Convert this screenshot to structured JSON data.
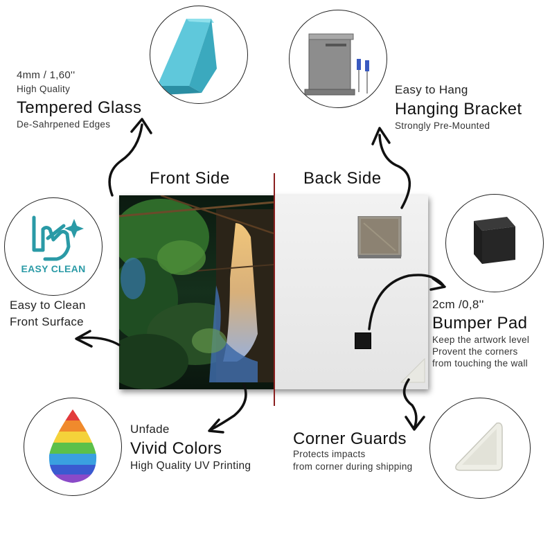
{
  "panel": {
    "front_label": "Front Side",
    "back_label": "Back Side"
  },
  "tempered_glass": {
    "spec": "4mm / 1,60''",
    "quality": "High Quality",
    "title": "Tempered Glass",
    "subtitle": "De-Sahrpened Edges"
  },
  "hanging_bracket": {
    "top": "Easy to Hang",
    "title": "Hanging Bracket",
    "subtitle": "Strongly Pre-Mounted"
  },
  "easy_clean": {
    "badge": "EASY CLEAN",
    "line1": "Easy to Clean",
    "line2": "Front Surface"
  },
  "bumper_pad": {
    "spec": "2cm /0,8''",
    "title": "Bumper Pad",
    "line1": "Keep the artwork level",
    "line2": "Provent the corners",
    "line3": "from touching the wall"
  },
  "vivid_colors": {
    "top": "Unfade",
    "title": "Vivid Colors",
    "subtitle": "High Quality UV Printing"
  },
  "corner_guards": {
    "title": "Corner Guards",
    "line1": "Protects impacts",
    "line2": "from corner during shipping"
  },
  "colors": {
    "glass": "#4fc3d6",
    "divider": "#8a1f1f",
    "badge_teal": "#2a9aa6",
    "bracket_metal": "#8a8a8a"
  },
  "icons": [
    "glass-edge-icon",
    "bracket-icon",
    "easy-clean-hands-icon",
    "bumper-pad-icon",
    "rainbow-drop-icon",
    "corner-guard-icon"
  ]
}
